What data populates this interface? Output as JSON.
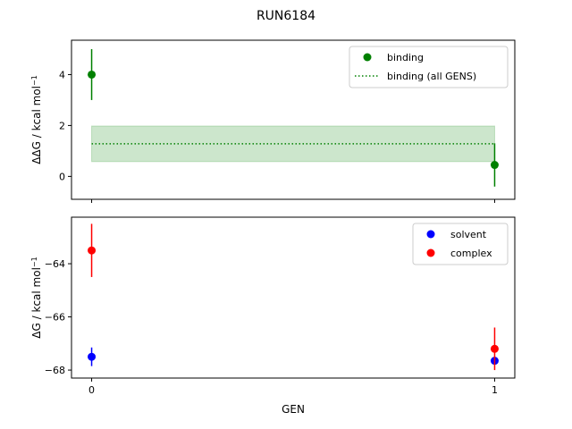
{
  "figure_title": "RUN6184",
  "chart_data": [
    {
      "type": "scatter",
      "panel": "top",
      "title": "",
      "xlabel": "",
      "ylabel": "ΔΔG / kcal mol",
      "ylabel_superscript": "−1",
      "xlim": [
        -0.05,
        1.05
      ],
      "ylim": [
        -0.9,
        5.35
      ],
      "yticks": [
        0,
        2,
        4
      ],
      "ytick_labels": [
        "0",
        "2",
        "4"
      ],
      "xticks": [
        0,
        1
      ],
      "show_xticklabels": false,
      "grid": false,
      "legend_position": "upper right",
      "series": [
        {
          "name": "binding",
          "kind": "errorbar",
          "color": "#008000",
          "x": [
            0,
            1
          ],
          "y": [
            4.0,
            0.45
          ],
          "yerr": [
            1.0,
            0.85
          ]
        },
        {
          "name": "binding (all GENS)",
          "kind": "hline-band",
          "color": "#008000",
          "band_color": "#008000",
          "band_alpha": 0.2,
          "x_range": [
            0,
            1
          ],
          "value": 1.28,
          "band": [
            0.58,
            1.98
          ]
        }
      ]
    },
    {
      "type": "scatter",
      "panel": "bottom",
      "title": "",
      "xlabel": "GEN",
      "ylabel": "ΔG / kcal mol",
      "ylabel_superscript": "−1",
      "xlim": [
        -0.05,
        1.05
      ],
      "ylim": [
        -68.3,
        -62.25
      ],
      "yticks": [
        -68,
        -66,
        -64
      ],
      "ytick_labels": [
        "−68",
        "−66",
        "−64"
      ],
      "xticks": [
        0,
        1
      ],
      "xtick_labels": [
        "0",
        "1"
      ],
      "show_xticklabels": true,
      "grid": false,
      "legend_position": "upper right",
      "series": [
        {
          "name": "solvent",
          "kind": "errorbar",
          "color": "#0000ff",
          "x": [
            0,
            1
          ],
          "y": [
            -67.5,
            -67.65
          ],
          "yerr": [
            0.35,
            0.1
          ]
        },
        {
          "name": "complex",
          "kind": "errorbar",
          "color": "#ff0000",
          "x": [
            0,
            1
          ],
          "y": [
            -63.5,
            -67.2
          ],
          "yerr": [
            1.0,
            0.8
          ]
        }
      ]
    }
  ]
}
